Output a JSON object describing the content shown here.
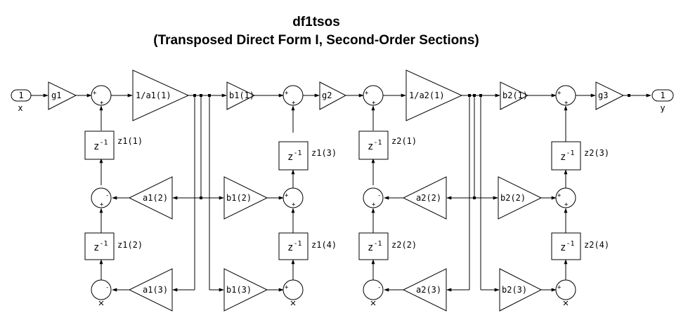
{
  "title": "df1tsos",
  "subtitle": "(Transposed Direct Form I, Second-Order Sections)",
  "ports": {
    "input_number": "1",
    "input_label": "x",
    "output_number": "1",
    "output_label": "y"
  },
  "gains": {
    "g1": "g1",
    "a1_1": "1/a1(1)",
    "b1_1": "b1(1)",
    "g2": "g2",
    "a2_1": "1/a2(1)",
    "b2_1": "b2(1)",
    "g3": "g3",
    "a1_2": "a1(2)",
    "a1_3": "a1(3)",
    "b1_2": "b1(2)",
    "b1_3": "b1(3)",
    "a2_2": "a2(2)",
    "a2_3": "a2(3)",
    "b2_2": "b2(2)",
    "b2_3": "b2(3)"
  },
  "delays": {
    "symbol_base": "z",
    "symbol_exp": "-1",
    "z1_1": "z1(1)",
    "z1_2": "z1(2)",
    "z1_3": "z1(3)",
    "z1_4": "z1(4)",
    "z2_1": "z2(1)",
    "z2_2": "z2(2)",
    "z2_3": "z2(3)",
    "z2_4": "z2(4)"
  },
  "signs": {
    "plus": "+",
    "minus": "-"
  }
}
